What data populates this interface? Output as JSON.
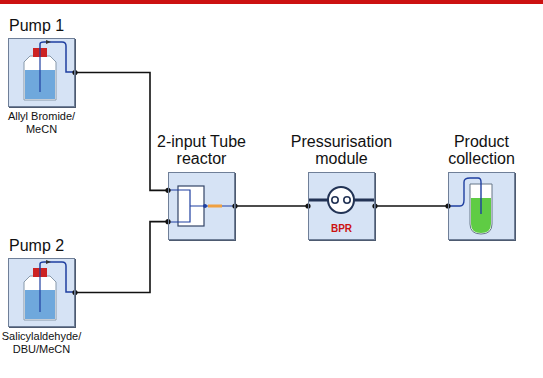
{
  "diagram": {
    "nodes": [
      {
        "text": [
          "Pump 1",
          "Allyl Bromide/ MeCN"
        ]
      },
      {
        "text": [
          "Pump 2",
          "Salicylaldehyde/ DBU/MeCN"
        ]
      },
      {
        "text": [
          "2-input Tube reactor"
        ]
      },
      {
        "text": [
          "Pressurisation module",
          "BPR"
        ]
      },
      {
        "text": [
          "Product collection"
        ]
      }
    ],
    "edges": [
      {
        "from": 0,
        "to": 2,
        "arrow": "none"
      },
      {
        "from": 1,
        "to": 2,
        "arrow": "none"
      },
      {
        "from": 2,
        "to": 3,
        "arrow": "none"
      },
      {
        "from": 3,
        "to": 4,
        "arrow": "none"
      }
    ]
  }
}
